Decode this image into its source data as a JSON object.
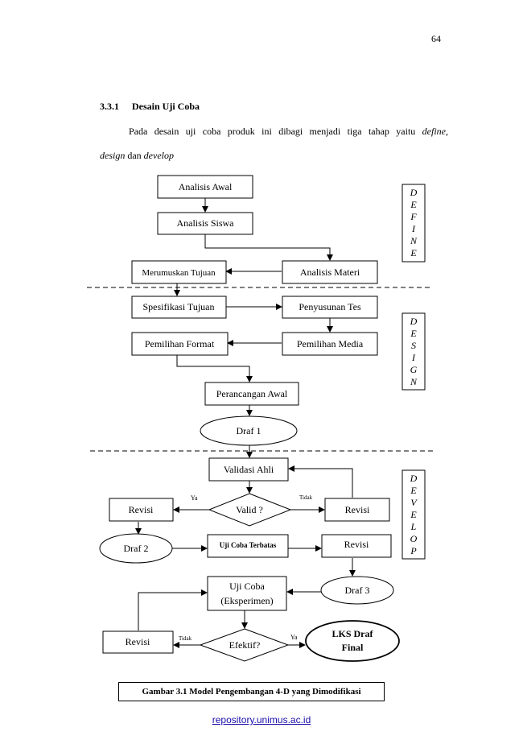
{
  "page_number": "64",
  "section": {
    "number": "3.3.1",
    "title": "Desain Uji Coba"
  },
  "paragraph": {
    "line1_prefix": "Pada desain uji coba produk ini dibagi menjadi tiga tahap yaitu ",
    "line1_italic": "define",
    "line1_suffix": ",",
    "line2_italic1": "design",
    "line2_mid": " dan ",
    "line2_italic2": "develop"
  },
  "diagram": {
    "nodes": {
      "analisis_awal": "Analisis Awal",
      "analisis_siswa": "Analisis Siswa",
      "analisis_materi": "Analisis Materi",
      "merumuskan_tujuan": "Merumuskan Tujuan",
      "spesifikasi_tujuan": "Spesifikasi Tujuan",
      "penyusunan_tes": "Penyusunan Tes",
      "pemilihan_format": "Pemilihan Format",
      "pemilihan_media": "Pemilihan Media",
      "perancangan_awal": "Perancangan Awal",
      "draf1": "Draf 1",
      "validasi_ahli": "Validasi Ahli",
      "valid": "Valid ?",
      "revisi_left": "Revisi",
      "revisi_right": "Revisi",
      "draf2": "Draf 2",
      "uji_coba_terbatas": "Uji Coba  Terbatas",
      "revisi_mid": "Revisi",
      "draf3": "Draf 3",
      "uji_coba_line1": "Uji Coba",
      "uji_coba_line2": "(Eksperimen)",
      "efektif": "Efektif?",
      "revisi_bottom": "Revisi",
      "lks_line1": "LKS Draf",
      "lks_line2": "Final"
    },
    "labels": {
      "ya1": "Ya",
      "tidak1": "Tidak",
      "tidak2": "Tidak",
      "ya2": "Ya"
    },
    "phases": {
      "define": [
        "D",
        "E",
        "F",
        "I",
        "N",
        "E"
      ],
      "design": [
        "D",
        "E",
        "S",
        "I",
        "G",
        "N"
      ],
      "develop": [
        "D",
        "E",
        "V",
        "E",
        "L",
        "O",
        "P"
      ]
    }
  },
  "caption": "Gambar 3.1 Model Pengembangan 4-D yang Dimodifikasi",
  "footer_link": "repository.unimus.ac.id"
}
